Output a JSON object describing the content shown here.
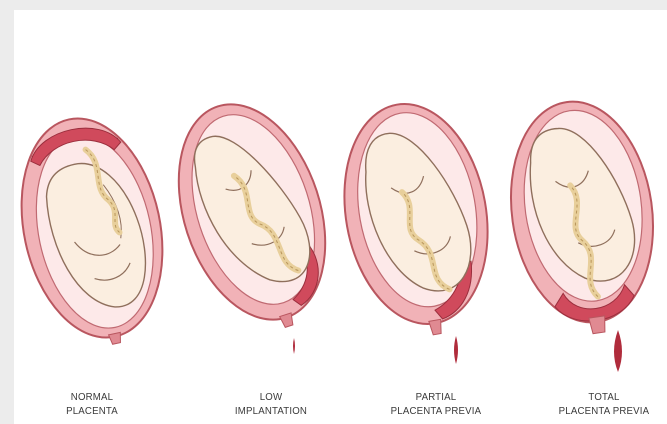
{
  "figure": {
    "panels": [
      {
        "id": "normal",
        "label_line1": "NORMAL",
        "label_line2": "PLACENTA"
      },
      {
        "id": "low",
        "label_line1": "LOW",
        "label_line2": "IMPLANTATION"
      },
      {
        "id": "partial",
        "label_line1": "PARTIAL",
        "label_line2": "PLACENTA PREVIA"
      },
      {
        "id": "total",
        "label_line1": "TOTAL",
        "label_line2": "PLACENTA PREVIA"
      }
    ]
  },
  "colors": {
    "background": "#ececec",
    "canvas": "#ffffff",
    "uterus_wall": "#f1b2b7",
    "uterus_outline": "#b9565f",
    "amniotic_fluid": "#fde9e9",
    "placenta": "#d04a5c",
    "fetus_skin": "#fbeee0",
    "fetus_outline": "#8f6f5c",
    "umbilical_cord": "#e8cf9b",
    "caption_text": "#3a3a3a"
  }
}
